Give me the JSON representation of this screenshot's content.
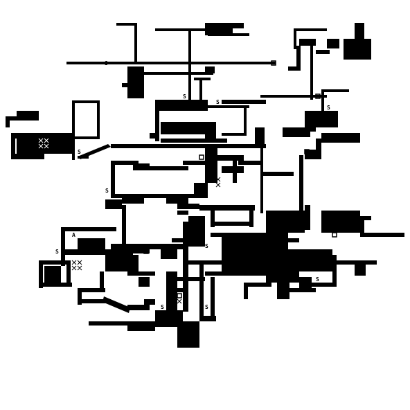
{
  "game": {
    "type": "ascii-roguelike-map",
    "colors": {
      "background": "#ffffff",
      "wall": "#000000",
      "floor": "#ffffff",
      "marker": "#000000"
    }
  },
  "legend_glyphs": {
    "start": "S",
    "agent": "A"
  }
}
